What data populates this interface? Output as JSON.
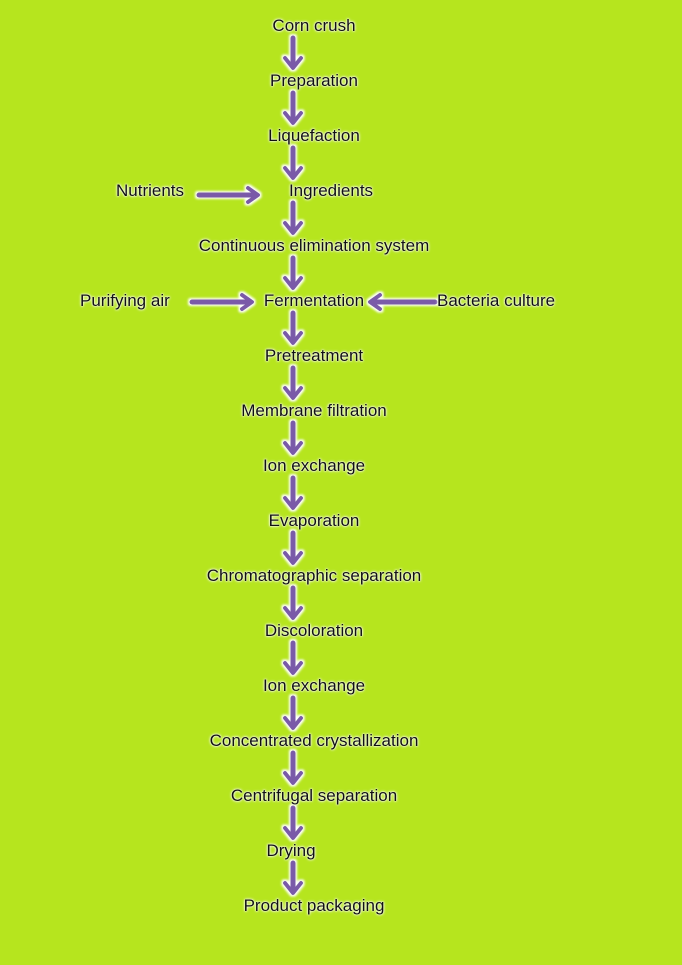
{
  "colors": {
    "background": "#b6e51e",
    "arrow": "#7a5aa8"
  },
  "steps": [
    "Corn crush",
    "Preparation",
    "Liquefaction",
    "Ingredients",
    "Continuous elimination system",
    "Fermentation",
    "Pretreatment",
    "Membrane filtration",
    "Ion exchange",
    "Evaporation",
    "Chromatographic separation",
    "Discoloration",
    "Ion exchange",
    "Concentrated crystallization",
    "Centrifugal separation",
    "Drying",
    "Product packaging"
  ],
  "inputs": {
    "nutrients": "Nutrients",
    "purifying_air": "Purifying air",
    "bacteria_culture": "Bacteria culture"
  }
}
